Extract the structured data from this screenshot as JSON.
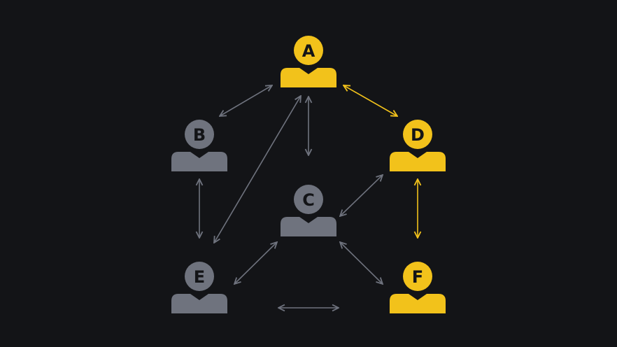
{
  "colors": {
    "background": "#131417",
    "highlight": "#f2c21b",
    "muted": "#6f737e",
    "letter": "#131417"
  },
  "nodes": [
    {
      "id": "A",
      "label": "A",
      "highlighted": true
    },
    {
      "id": "B",
      "label": "B",
      "highlighted": false
    },
    {
      "id": "C",
      "label": "C",
      "highlighted": false
    },
    {
      "id": "D",
      "label": "D",
      "highlighted": true
    },
    {
      "id": "E",
      "label": "E",
      "highlighted": false
    },
    {
      "id": "F",
      "label": "F",
      "highlighted": true
    }
  ],
  "edges": [
    {
      "from": "A",
      "to": "B",
      "highlighted": false
    },
    {
      "from": "A",
      "to": "D",
      "highlighted": true
    },
    {
      "from": "A",
      "to": "C",
      "highlighted": false
    },
    {
      "from": "A",
      "to": "E",
      "highlighted": false
    },
    {
      "from": "B",
      "to": "E",
      "highlighted": false
    },
    {
      "from": "C",
      "to": "D",
      "highlighted": false
    },
    {
      "from": "C",
      "to": "E",
      "highlighted": false
    },
    {
      "from": "C",
      "to": "F",
      "highlighted": false
    },
    {
      "from": "D",
      "to": "F",
      "highlighted": true
    },
    {
      "from": "E",
      "to": "F",
      "highlighted": false
    }
  ]
}
